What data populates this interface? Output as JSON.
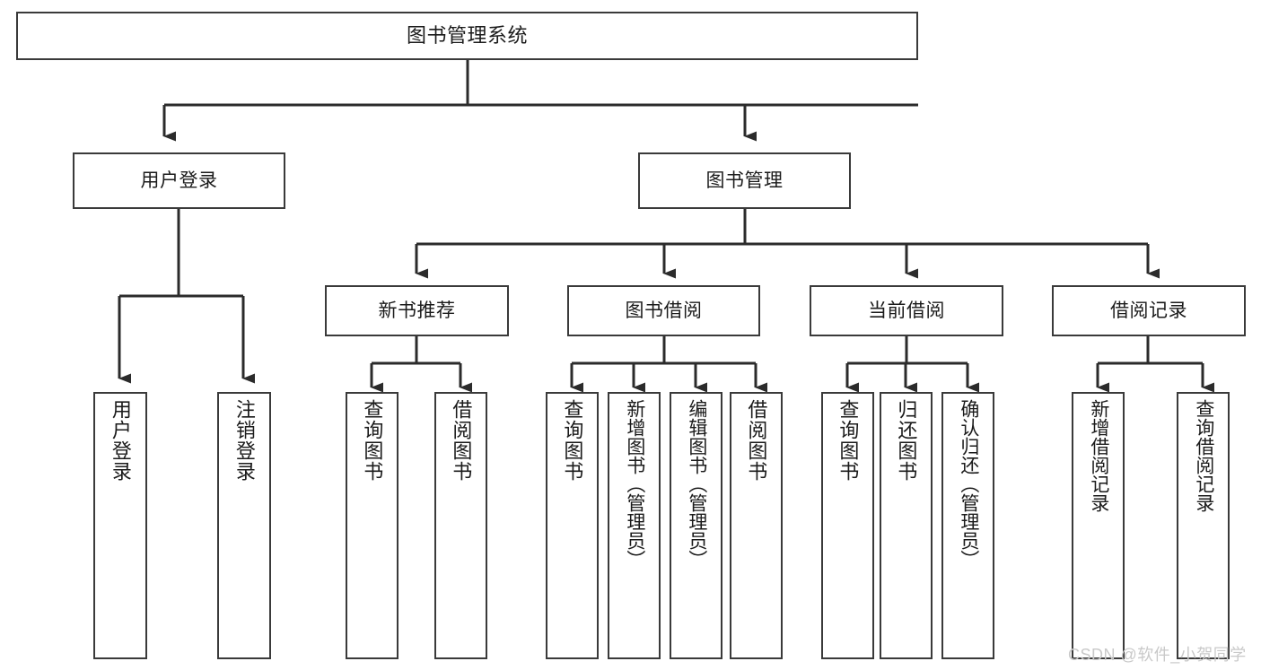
{
  "diagram": {
    "type": "tree",
    "title": "图书管理系统",
    "style": {
      "box_stroke": "#3a3a3a",
      "box_fill": "#ffffff",
      "edge_color": "#2b2b2b",
      "text_color": "#1b1b1b",
      "background": "#ffffff"
    },
    "nodes": {
      "root": {
        "label": "图书管理系统"
      },
      "level2": [
        {
          "id": "user-login",
          "label": "用户登录"
        },
        {
          "id": "book-manage",
          "label": "图书管理"
        }
      ],
      "level3": [
        {
          "id": "new-book-recommend",
          "label": "新书推荐"
        },
        {
          "id": "book-borrow",
          "label": "图书借阅"
        },
        {
          "id": "current-borrow",
          "label": "当前借阅"
        },
        {
          "id": "borrow-record",
          "label": "借阅记录"
        }
      ],
      "leaves": {
        "user-login": [
          {
            "id": "leaf-user-login",
            "label": "用户登录"
          },
          {
            "id": "leaf-logout-login",
            "label": "注销登录"
          }
        ],
        "new-book-recommend": [
          {
            "id": "leaf-query-book-1",
            "label": "查询图书"
          },
          {
            "id": "leaf-borrow-book-1",
            "label": "借阅图书"
          }
        ],
        "book-borrow": [
          {
            "id": "leaf-query-book-2",
            "label": "查询图书"
          },
          {
            "id": "leaf-add-book",
            "label": "新增图书（管理员）"
          },
          {
            "id": "leaf-edit-book",
            "label": "编辑图书（管理员）"
          },
          {
            "id": "leaf-borrow-book-2",
            "label": "借阅图书"
          }
        ],
        "current-borrow": [
          {
            "id": "leaf-query-book-3",
            "label": "查询图书"
          },
          {
            "id": "leaf-return-book",
            "label": "归还图书"
          },
          {
            "id": "leaf-confirm-return",
            "label": "确认归还（管理员）"
          }
        ],
        "borrow-record": [
          {
            "id": "leaf-add-record",
            "label": "新增借阅记录"
          },
          {
            "id": "leaf-query-record",
            "label": "查询借阅记录"
          }
        ]
      }
    }
  },
  "watermark": {
    "text": "CSDN @软件_小贺同学"
  }
}
